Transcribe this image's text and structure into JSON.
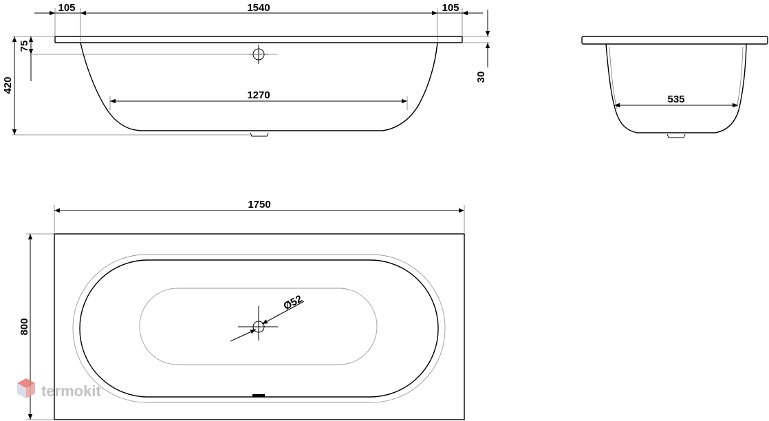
{
  "dimensions": {
    "side_left_overhang": "105",
    "side_inner_length": "1540",
    "side_right_overhang": "105",
    "rim_height": "75",
    "total_height": "420",
    "bottom_length": "1270",
    "rim_offset": "30",
    "end_bottom_width": "535",
    "top_length": "1750",
    "top_width": "800",
    "drain_diameter": "Ø52"
  },
  "logo": {
    "text": "termokit",
    "icon": "hexagon-logo-icon"
  },
  "colors": {
    "line": "#000000",
    "light_line": "#9a9a9a",
    "logo": "#b9b9b9",
    "logo_accent": "#e0524f"
  }
}
